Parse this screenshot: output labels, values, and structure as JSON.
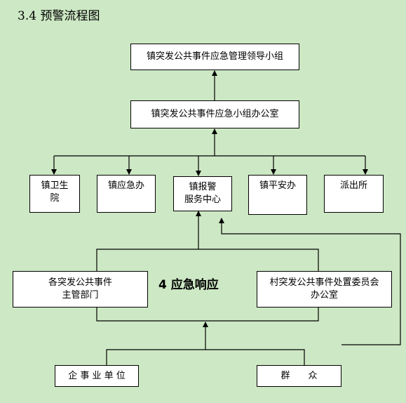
{
  "title": "3.4 预警流程图",
  "center_label": "4 应急响应",
  "boxes": {
    "leading_group": {
      "lines": [
        "镇突发公共事件应急管理领导小组"
      ]
    },
    "office": {
      "lines": [
        "镇突发公共事件应急小组办公室"
      ]
    },
    "health_center": {
      "lines": [
        "镇卫生",
        "院"
      ]
    },
    "emergency_office": {
      "lines": [
        "镇应急办"
      ]
    },
    "alarm_center": {
      "lines": [
        "镇报警",
        "服务中心"
      ]
    },
    "security_office": {
      "lines": [
        "镇平安办"
      ]
    },
    "police_station": {
      "lines": [
        "派出所"
      ]
    },
    "departments": {
      "lines": [
        "各突发公共事件",
        "主管部门"
      ]
    },
    "village_committee": {
      "lines": [
        "村突发公共事件处置委员会",
        "办公室"
      ]
    },
    "enterprises": {
      "lines": [
        "企 事 业 单 位"
      ]
    },
    "public": {
      "lines": [
        "群　　众"
      ]
    }
  }
}
